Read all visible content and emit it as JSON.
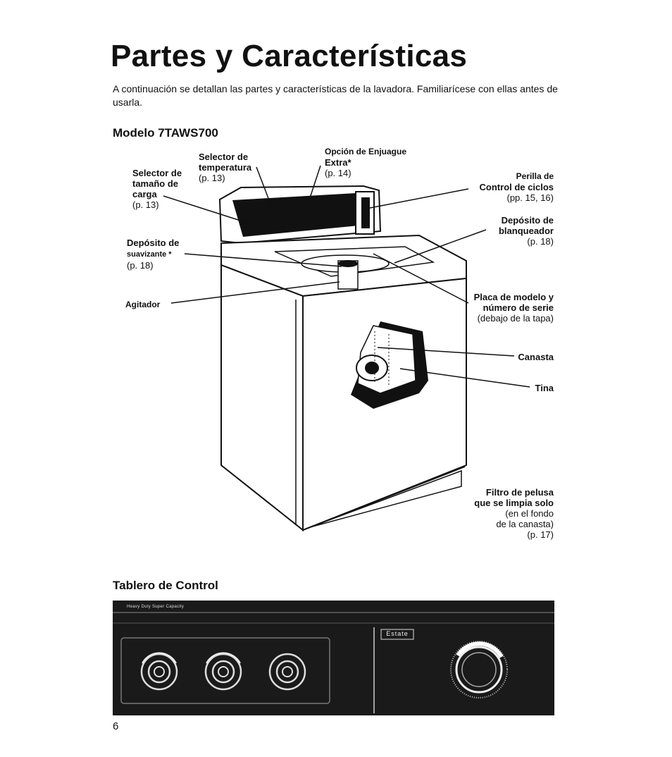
{
  "page": {
    "title": "Partes y Características",
    "intro": "A continuación se detallan las partes y características de la lavadora. Familiarícese con ellas antes de usarla.",
    "model_heading": "Modelo 7TAWS700",
    "control_heading": "Tablero de Control",
    "page_number": "6"
  },
  "labels": {
    "size_selector": {
      "l1": "Selector de",
      "l2": "tamaño de",
      "l3": "carga",
      "ref": "(p. 13)"
    },
    "temp_selector": {
      "l1": "Selector de",
      "l2": "temperatura",
      "ref": "(p. 13)"
    },
    "extra_rinse": {
      "l1": "Opción de Enjuague",
      "l2": "Extra*",
      "ref": "(p. 14)"
    },
    "cycle_knob": {
      "l1": "Perilla de",
      "l2": "Control de ciclos",
      "ref": "(pp. 15, 16)"
    },
    "bleach": {
      "l1": "Depósito de",
      "l2": "blanqueador",
      "ref": "(p. 18)"
    },
    "softener": {
      "l1": "Depósito de",
      "l2": "suavizante *",
      "ref": "(p. 18)"
    },
    "agitator": {
      "l1": "Agitador"
    },
    "model_plate": {
      "l1": "Placa de modelo y",
      "l2": "número de serie",
      "ref": "(debajo de la tapa)"
    },
    "basket": {
      "l1": "Canasta"
    },
    "tub": {
      "l1": "Tina"
    },
    "lint_filter": {
      "l1": "Filtro de pelusa",
      "l2": "que se limpia solo",
      "l3": "(en el fondo",
      "l4": "de la canasta)",
      "ref": "(p. 17)"
    }
  },
  "control_panel": {
    "caption": "Heavy Duty Super Capacity",
    "brand": "Estate"
  },
  "colors": {
    "ink": "#111111",
    "panel": "#1a1a1a"
  }
}
